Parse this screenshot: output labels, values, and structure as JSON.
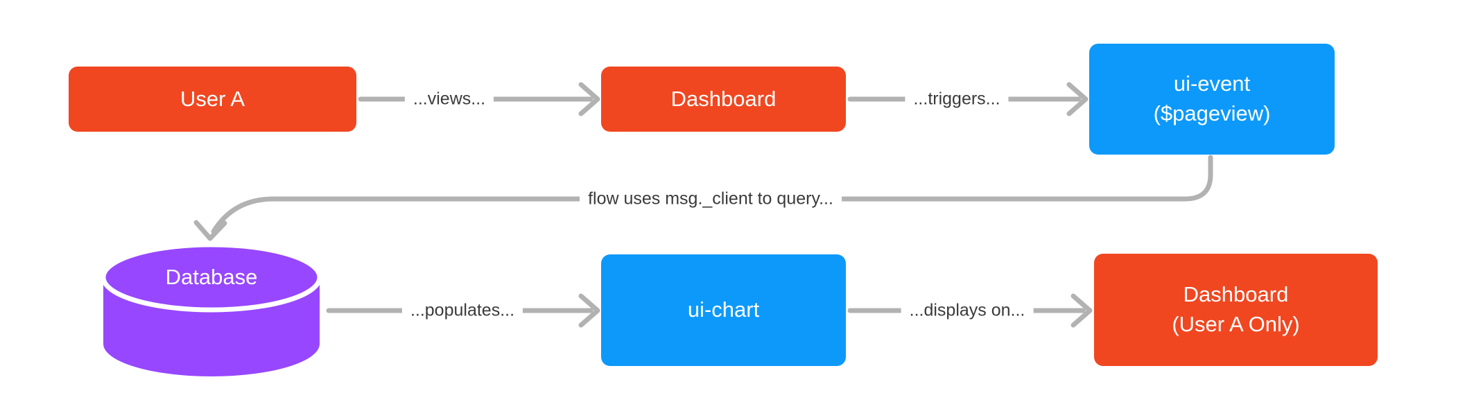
{
  "diagram": {
    "colors": {
      "node_orange": "#F04721",
      "node_blue": "#0D99FA",
      "node_purple": "#9747FF",
      "connector_gray": "#B2B2B2",
      "edge_label_text": "#3A3A3A",
      "node_text": "#FFFFFF",
      "background": "#FFFFFF"
    },
    "nodes": {
      "user_a": {
        "label": "User A",
        "shape": "rectangle",
        "color": "#F04721"
      },
      "dashboard": {
        "label": "Dashboard",
        "shape": "rectangle",
        "color": "#F04721"
      },
      "ui_event": {
        "line1": "ui-event",
        "line2": "($pageview)",
        "shape": "rectangle",
        "color": "#0D99FA"
      },
      "database": {
        "label": "Database",
        "shape": "cylinder",
        "color": "#9747FF"
      },
      "ui_chart": {
        "label": "ui-chart",
        "shape": "rectangle",
        "color": "#0D99FA"
      },
      "dashboard_user_a": {
        "line1": "Dashboard",
        "line2": "(User A Only)",
        "shape": "rectangle",
        "color": "#F04721"
      }
    },
    "edges": {
      "views": {
        "label": "...views...",
        "from": "user_a",
        "to": "dashboard"
      },
      "triggers": {
        "label": "...triggers...",
        "from": "dashboard",
        "to": "ui_event"
      },
      "query": {
        "label": "flow uses msg._client to query...",
        "from": "ui_event",
        "to": "database"
      },
      "populates": {
        "label": "...populates...",
        "from": "database",
        "to": "ui_chart"
      },
      "displays_on": {
        "label": "...displays on...",
        "from": "ui_chart",
        "to": "dashboard_user_a"
      }
    }
  }
}
